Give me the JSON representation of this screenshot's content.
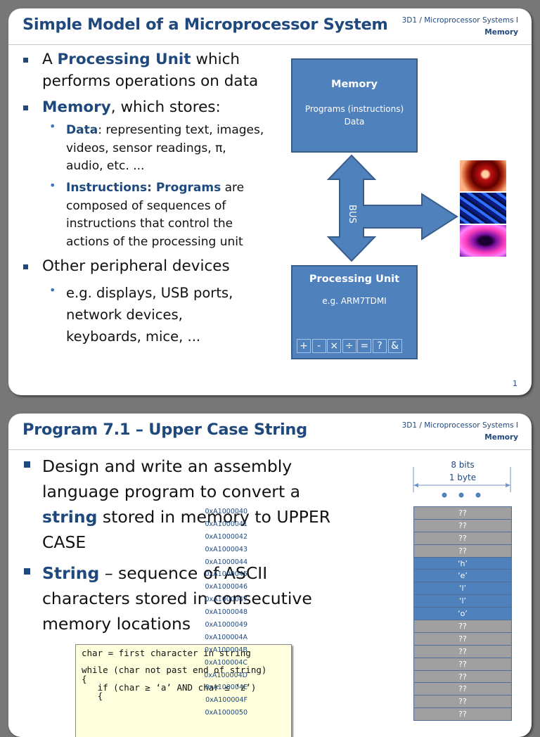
{
  "slide1": {
    "title": "Simple Model of a Microprocessor System",
    "course": "3D1 / Microprocessor Systems I",
    "section": "Memory",
    "page": "1",
    "bullets": {
      "b1_pre": "A ",
      "b1_key": "Processing Unit",
      "b1_post": " which",
      "b1_line2": "performs operations on data",
      "b2_key": "Memory",
      "b2_post": ", which stores:",
      "sub1_key": "Data",
      "sub1_post": ": representing text, images,",
      "sub1_line2": "videos, sensor readings, π,",
      "sub1_line3": "audio, etc. ...",
      "sub2_key1": "Instructions",
      "sub2_colon": ": ",
      "sub2_key2": "Programs",
      "sub2_post": " are",
      "sub2_line2": "composed of sequences of",
      "sub2_line3": "instructions that control the",
      "sub2_line4": "actions of the processing unit",
      "b3": "Other peripheral devices",
      "sub3_line1": "e.g. displays, USB ports,",
      "sub3_line2": "network devices,",
      "sub3_line3": "keyboards, mice, ..."
    },
    "diagram": {
      "memory_title": "Memory",
      "memory_line1": "Programs (instructions)",
      "memory_line2": "Data",
      "bus_label": "BUS",
      "pu_title": "Processing Unit",
      "pu_subtitle": "e.g. ARM7TDMI",
      "ops": [
        "+",
        "-",
        "×",
        "÷",
        "=",
        "?",
        "&"
      ],
      "peripherals": [
        "disk-image",
        "keyboard-image",
        "mouse-image"
      ]
    }
  },
  "slide2": {
    "title": "Program 7.1 – Upper Case String",
    "course": "3D1 / Microprocessor Systems I",
    "section": "Memory",
    "bullets": {
      "b1_line1": "Design and write an assembly",
      "b1_line2": "language program to convert a",
      "b1_key": "string",
      "b1_post": " stored in memory to UPPER",
      "b1_line4": "CASE",
      "b2_key": "String",
      "b2_post": " – sequence of ASCII",
      "b2_line2": "characters stored in consecutive",
      "b2_line3": "memory locations"
    },
    "code_lines": [
      "char = first character in string",
      "",
      "while (char not past end of string)",
      "{",
      "   if (char ≥ ‘a’ AND char ≤ ‘z’)",
      "   {"
    ],
    "memory": {
      "width_line1": "8 bits",
      "width_line2": "1 byte",
      "rows": [
        {
          "addr": "0xA1000040",
          "value": "??",
          "kind": "empty"
        },
        {
          "addr": "0xA1000041",
          "value": "??",
          "kind": "empty"
        },
        {
          "addr": "0xA1000042",
          "value": "??",
          "kind": "empty"
        },
        {
          "addr": "0xA1000043",
          "value": "??",
          "kind": "empty"
        },
        {
          "addr": "0xA1000044",
          "value": "‘h’",
          "kind": "data"
        },
        {
          "addr": "0xA1000045",
          "value": "‘e’",
          "kind": "data"
        },
        {
          "addr": "0xA1000046",
          "value": "‘l’",
          "kind": "data"
        },
        {
          "addr": "0xA1000047",
          "value": "‘l’",
          "kind": "data"
        },
        {
          "addr": "0xA1000048",
          "value": "‘o’",
          "kind": "data"
        },
        {
          "addr": "0xA1000049",
          "value": "??",
          "kind": "empty"
        },
        {
          "addr": "0xA100004A",
          "value": "??",
          "kind": "empty"
        },
        {
          "addr": "0xA100004B",
          "value": "??",
          "kind": "empty"
        },
        {
          "addr": "0xA100004C",
          "value": "??",
          "kind": "empty"
        },
        {
          "addr": "0xA100004D",
          "value": "??",
          "kind": "empty"
        },
        {
          "addr": "0xA100004E",
          "value": "??",
          "kind": "empty"
        },
        {
          "addr": "0xA100004F",
          "value": "??",
          "kind": "empty"
        },
        {
          "addr": "0xA1000050",
          "value": "??",
          "kind": "empty"
        }
      ]
    }
  },
  "colors": {
    "title": "#1f497d",
    "box_fill": "#4f81bd",
    "cell_empty": "#a0a0a0",
    "code_bg": "#ffffdd"
  }
}
